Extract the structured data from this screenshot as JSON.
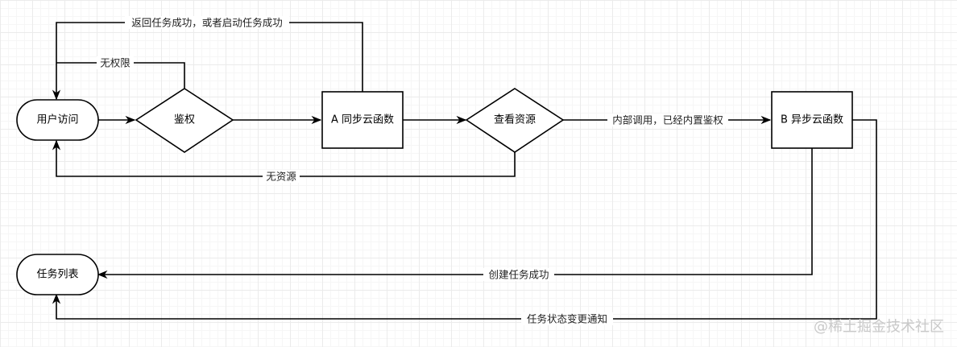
{
  "nodes": {
    "user_access": "用户访问",
    "auth": "鉴权",
    "func_a": "A 同步云函数",
    "check_resource": "查看资源",
    "func_b": "B 异步云函数",
    "task_list": "任务列表"
  },
  "edges": {
    "return_success": "返回任务成功，或者启动任务成功",
    "no_permission": "无权限",
    "no_resource": "无资源",
    "internal_call": "内部调用，已经内置鉴权",
    "create_success": "创建任务成功",
    "status_notify": "任务状态变更通知"
  },
  "watermark": "@稀土掘金技术社区",
  "colors": {
    "stroke": "#000000",
    "watermark": "#c9c9c9"
  }
}
